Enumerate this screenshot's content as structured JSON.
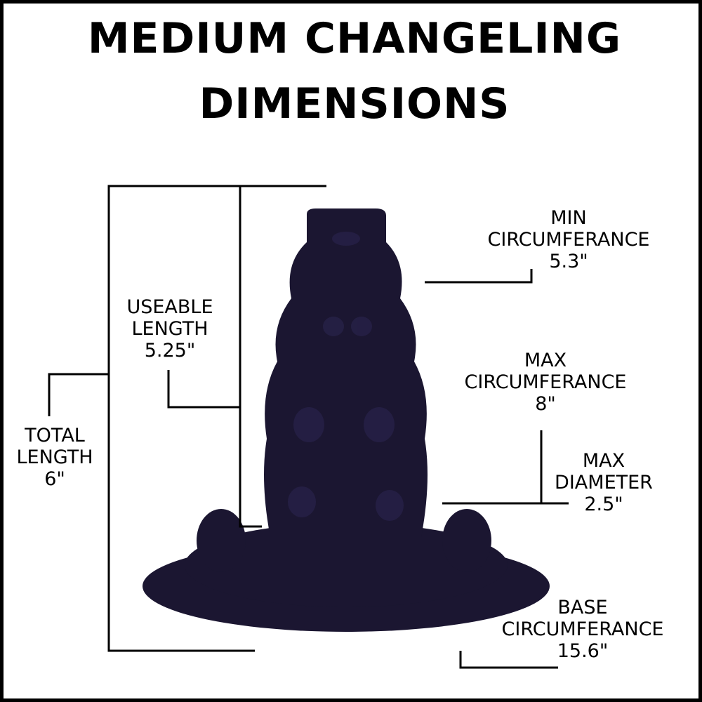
{
  "title": {
    "line1": "MEDIUM CHANGELING",
    "line2": "DIMENSIONS"
  },
  "colors": {
    "product": "#1b1631",
    "lines": "#000000"
  },
  "labels": {
    "useable_length": {
      "l1": "USEABLE",
      "l2": "LENGTH",
      "value": "5.25\""
    },
    "total_length": {
      "l1": "TOTAL",
      "l2": "LENGTH",
      "value": "6\""
    },
    "min_circumference": {
      "l1": "MIN",
      "l2": "CIRCUMFERANCE",
      "value": "5.3\""
    },
    "max_circumference": {
      "l1": "MAX",
      "l2": "CIRCUMFERANCE",
      "value": "8\""
    },
    "max_diameter": {
      "l1": "MAX",
      "l2": "DIAMETER",
      "value": "2.5\""
    },
    "base_circumference": {
      "l1": "BASE",
      "l2": "CIRCUMFERANCE",
      "value": "15.6\""
    }
  }
}
